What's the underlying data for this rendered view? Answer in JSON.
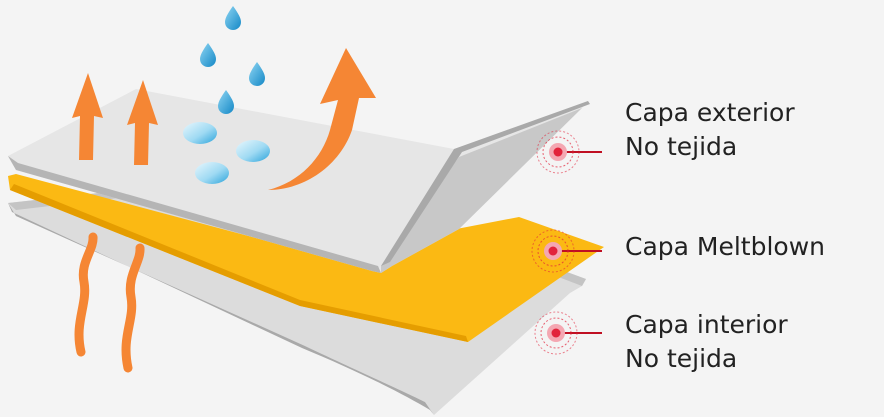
{
  "labels": {
    "outer": {
      "line1": "Capa exterior",
      "line2": "No tejida"
    },
    "meltblown": {
      "line1": "Capa Meltblown"
    },
    "inner": {
      "line1": "Capa interior",
      "line2": "No tejida"
    }
  },
  "colors": {
    "background": "#f4f4f4",
    "nonwoven_layer": "#e3e3e3",
    "nonwoven_edge": "#a9a9a9",
    "meltblown_layer": "#fbb913",
    "meltblown_edge": "#e39c00",
    "arrow": "#f58634",
    "water_drop": "#29a3d8",
    "marker": "#e2233b"
  },
  "icons": [
    "up-arrow-icon",
    "curved-arrow-icon",
    "water-drop-icon",
    "heat-wave-icon",
    "target-marker-icon"
  ]
}
